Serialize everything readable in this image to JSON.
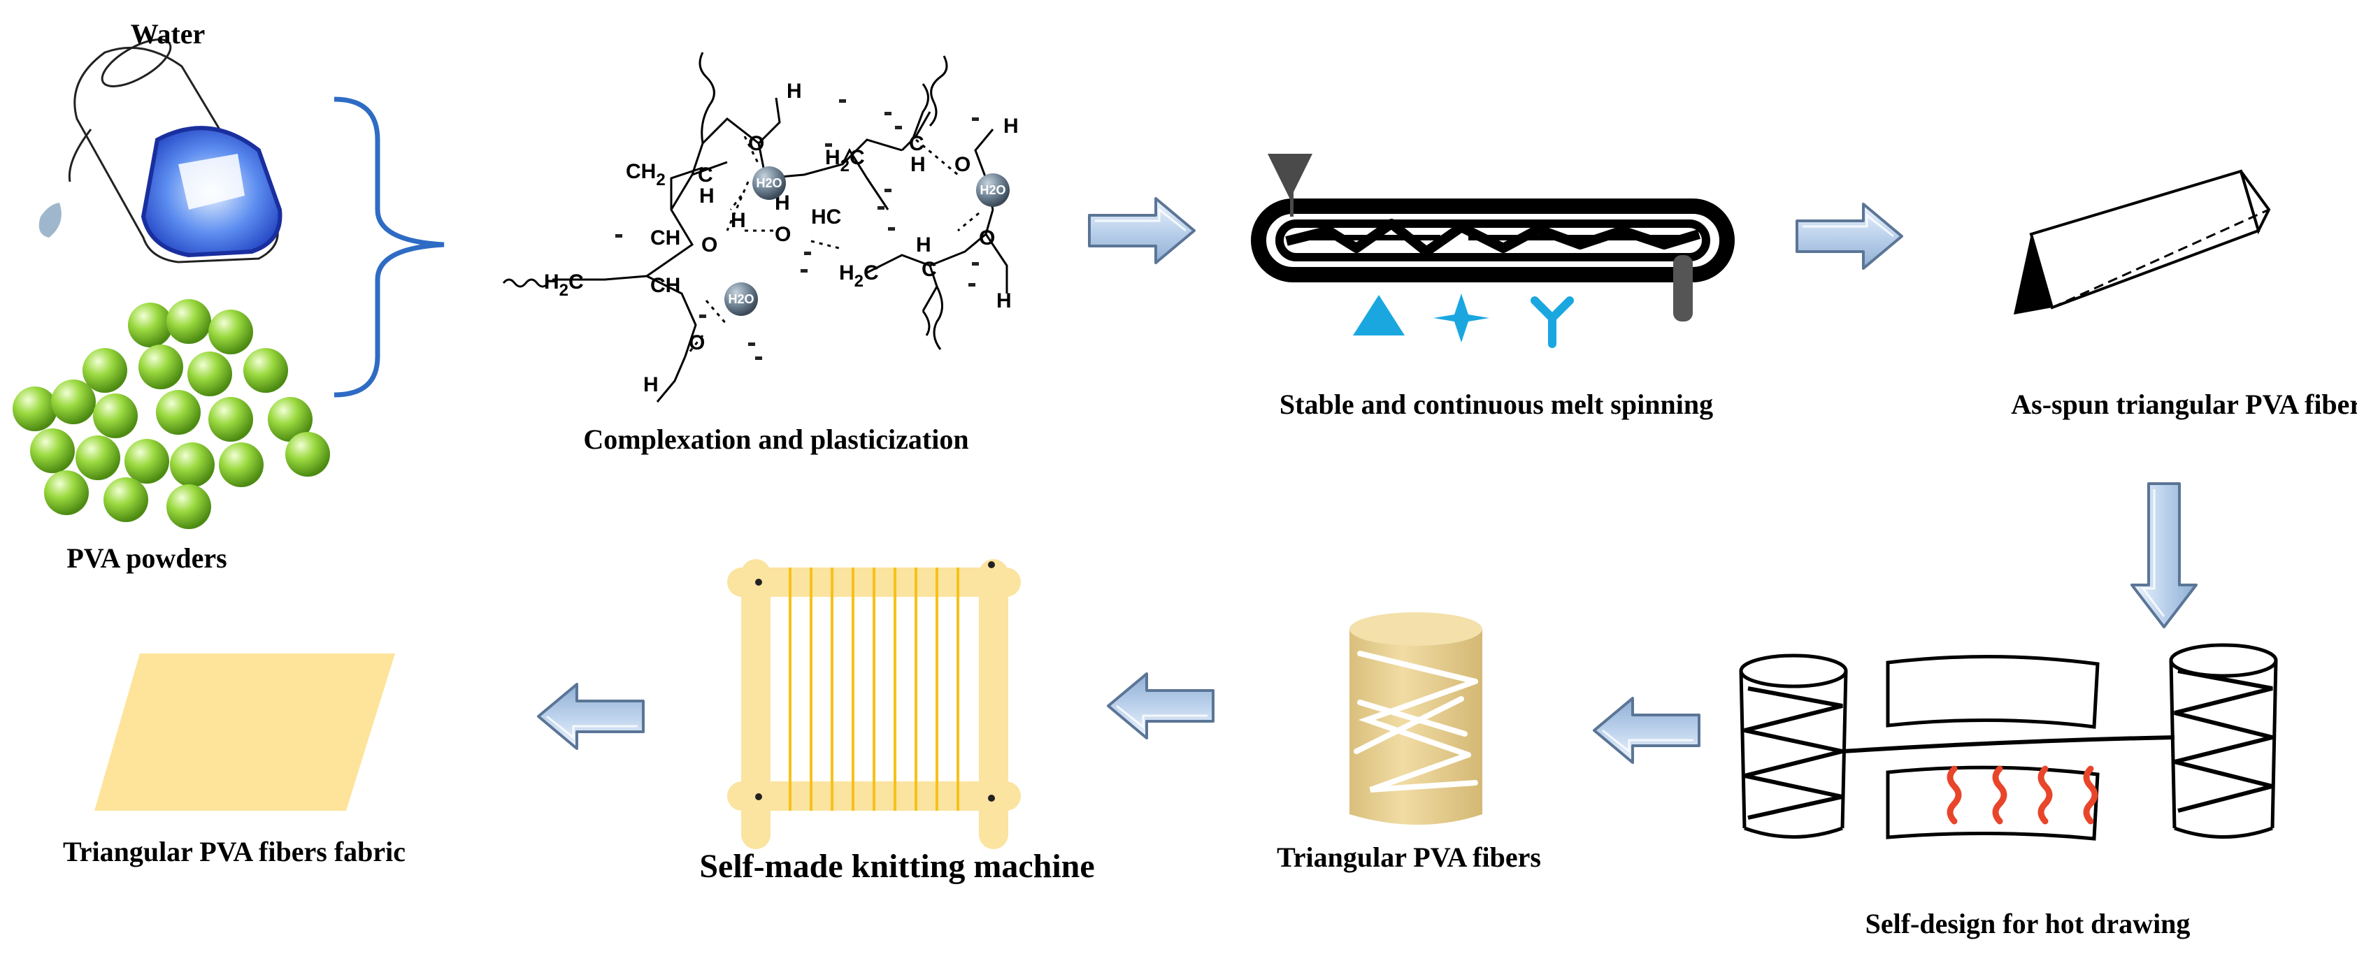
{
  "labels": {
    "water": "Water",
    "pva_powders": "PVA powders",
    "complexation": "Complexation and plasticization",
    "melt_spinning": "Stable and continuous melt spinning",
    "as_spun": "As-spun triangular PVA fibers",
    "hot_drawing": "Self-design for hot drawing",
    "fibers": "Triangular PVA fibers",
    "knitting": "Self-made knitting machine",
    "fabric": "Triangular PVA fibers fabric"
  },
  "chemistry": {
    "ch2_a": "CH",
    "ch2_a_sub": "2",
    "ch_a": "CH",
    "ch_b": "CH",
    "ch_c": "CH",
    "h2c_a": "H",
    "h2c_a_sub": "2",
    "h2c_a_c": "C",
    "h2c_b": "H",
    "h2c_b_sub": "2",
    "h2c_b_c": "C",
    "h2c_c": "H",
    "h2c_c_sub": "2",
    "h2c_c_c": "C",
    "hc": "HC",
    "c_a": "C",
    "c_b": "C",
    "o": "O",
    "h": "H",
    "h2o": "H2O"
  },
  "colors": {
    "bracket": "#2e6bc4",
    "arrow_fill": "#c7d9ee",
    "arrow_stroke": "#5b7596",
    "sphere": "#8fd33b",
    "cyan_marks": "#1aa7e0",
    "fabric": "#fde49a",
    "spool": "#ead49a",
    "loom_frame": "#fbe3a0",
    "loom_thread": "#f6c21a",
    "heater": "#e8452a"
  }
}
